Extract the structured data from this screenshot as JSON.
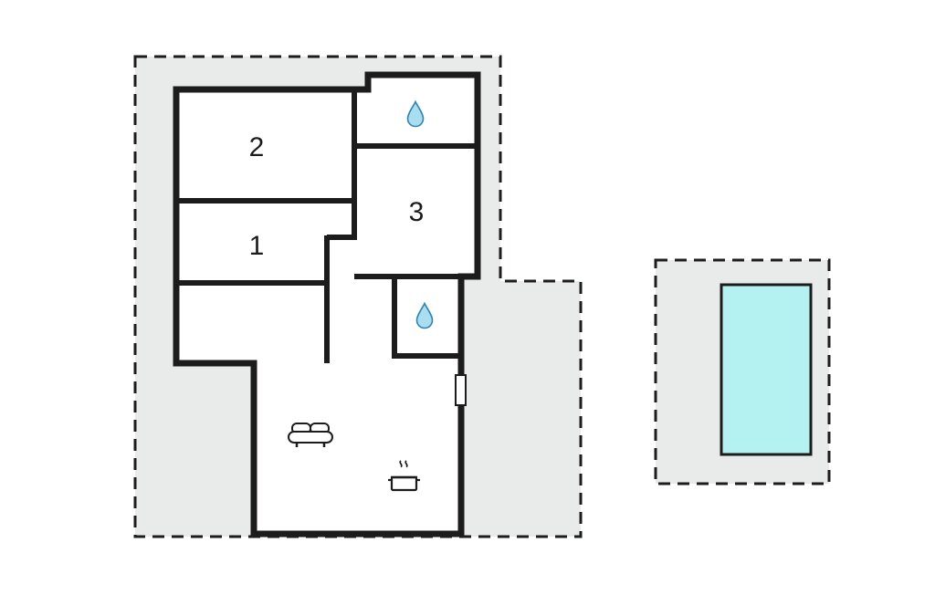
{
  "plan": {
    "rooms": [
      {
        "name": "bedroom-2",
        "label": "2"
      },
      {
        "name": "bedroom-1",
        "label": "1"
      },
      {
        "name": "bedroom-3",
        "label": "3"
      }
    ],
    "features": [
      {
        "name": "water-drop-icon",
        "meaning": "bathroom"
      },
      {
        "name": "water-drop-icon",
        "meaning": "bathroom"
      },
      {
        "name": "sofa-icon",
        "meaning": "living room"
      },
      {
        "name": "cooking-pot-icon",
        "meaning": "kitchen"
      },
      {
        "name": "swimming-pool",
        "meaning": "outdoor pool"
      }
    ]
  },
  "colors": {
    "background": "#ffffff",
    "plot_fill": "#e9eaea",
    "boundary": "#1c1c1c",
    "wall": "#1c1c1c",
    "room_fill": "#ffffff",
    "label": "#1b1b1b",
    "drop_fill": "#a9def1",
    "drop_stroke": "#2f86b3",
    "pool_fill": "#b4f2f1",
    "pool_stroke": "#1c1c1c",
    "icon_stroke": "#1c1c1c",
    "door_fill": "#ffffff"
  }
}
